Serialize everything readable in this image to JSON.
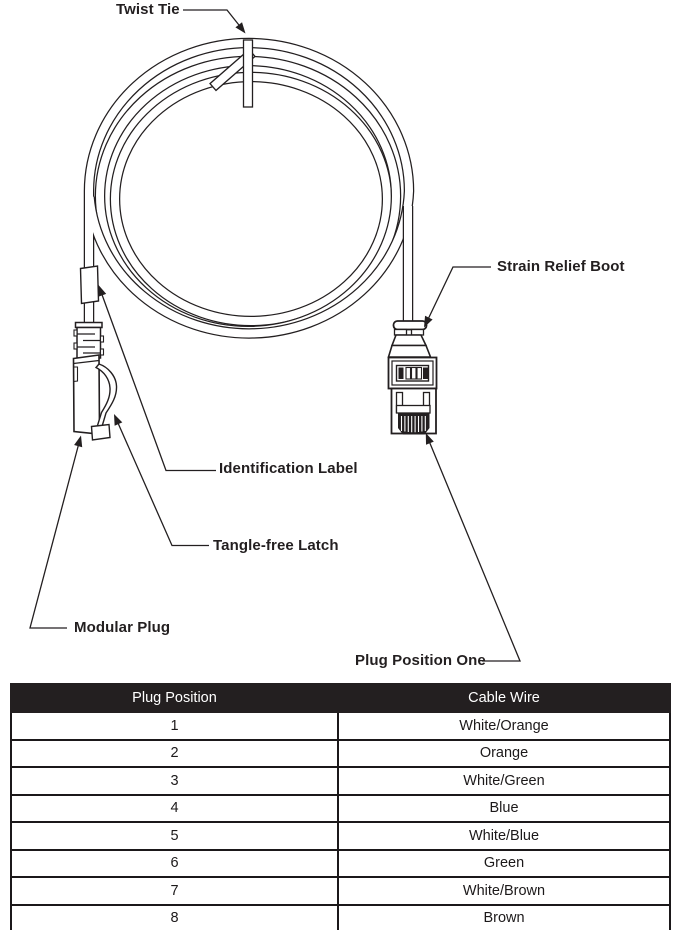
{
  "callouts": {
    "twist_tie": "Twist Tie",
    "strain_relief_boot": "Strain Relief Boot",
    "identification_label": "Identification Label",
    "tangle_free_latch": "Tangle-free Latch",
    "modular_plug": "Modular Plug",
    "plug_position_one": "Plug Position One"
  },
  "table": {
    "columns": [
      "Plug Position",
      "Cable Wire"
    ],
    "rows": [
      [
        "1",
        "White/Orange"
      ],
      [
        "2",
        "Orange"
      ],
      [
        "3",
        "White/Green"
      ],
      [
        "4",
        "Blue"
      ],
      [
        "5",
        "White/Blue"
      ],
      [
        "6",
        "Green"
      ],
      [
        "7",
        "White/Brown"
      ],
      [
        "8",
        "Brown"
      ]
    ]
  },
  "colors": {
    "ink": "#231f20",
    "paper": "#ffffff",
    "table_header_bg": "#231f20",
    "table_header_text": "#ffffff"
  }
}
